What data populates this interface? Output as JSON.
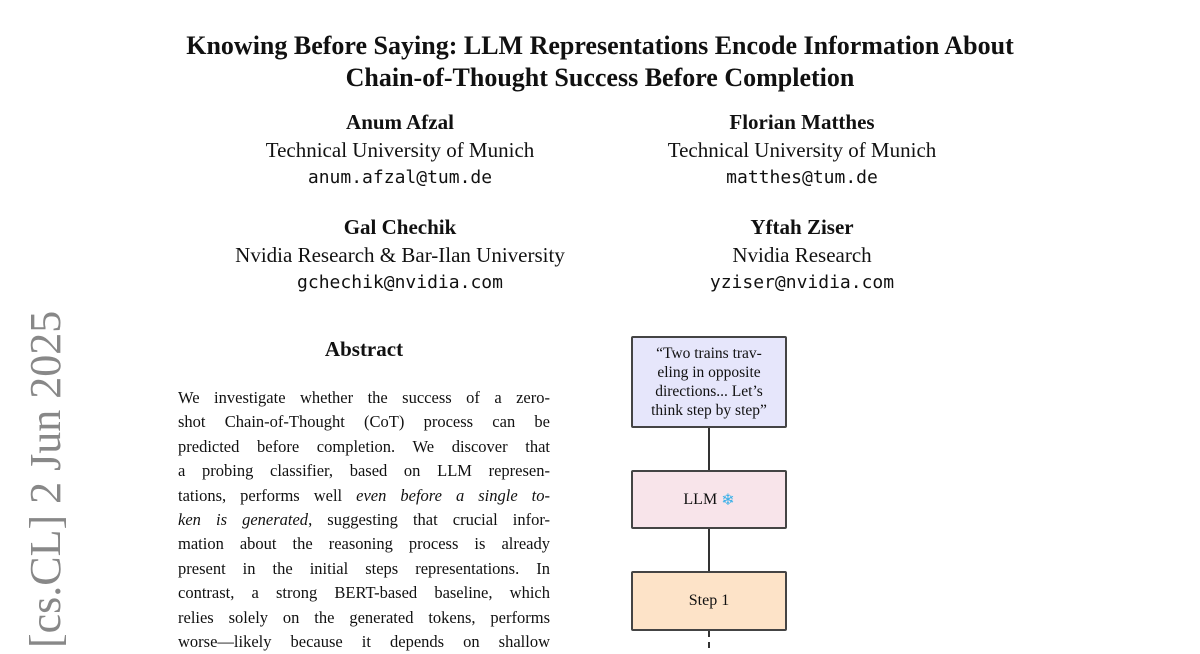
{
  "title": {
    "line1": "Knowing Before Saying: LLM Representations Encode Information About",
    "line2": "Chain-of-Thought Success Before Completion"
  },
  "authors": [
    {
      "name": "Anum Afzal",
      "affiliation": "Technical University of Munich",
      "email": "anum.afzal@tum.de"
    },
    {
      "name": "Florian Matthes",
      "affiliation": "Technical University of Munich",
      "email": "matthes@tum.de"
    },
    {
      "name": "Gal Chechik",
      "affiliation": "Nvidia Research & Bar-Ilan University",
      "email": "gchechik@nvidia.com"
    },
    {
      "name": "Yftah Ziser",
      "affiliation": "Nvidia Research",
      "email": "yziser@nvidia.com"
    }
  ],
  "abstract": {
    "heading": "Abstract",
    "lines": [
      "We investigate whether the success of a zero-",
      "shot Chain-of-Thought (CoT) process can be",
      "predicted before completion. We discover that",
      "a probing classifier, based on LLM represen-",
      "tations, performs well ",
      "ken is generated",
      "mation about the reasoning process is already",
      "present in the initial steps representations. In",
      "contrast, a strong BERT-based baseline, which",
      "relies solely on the generated tokens, performs",
      "worse—likely because it depends on shallow"
    ],
    "italic1": "even before a single to-",
    "after2": ", suggesting that crucial infor-"
  },
  "arxiv_stamp": "[cs.CL]  2 Jun 2025",
  "figure": {
    "prompt": "“Two trains trav- eling in opposite directions... Let’s think step by step”",
    "llm": "LLM",
    "snowflake": "❄",
    "step1": "Step 1",
    "colors": {
      "prompt": "#e6e6fb",
      "llm": "#f8e4ea",
      "step": "#fde3c8",
      "snowflake": "#3ab0e8"
    }
  }
}
